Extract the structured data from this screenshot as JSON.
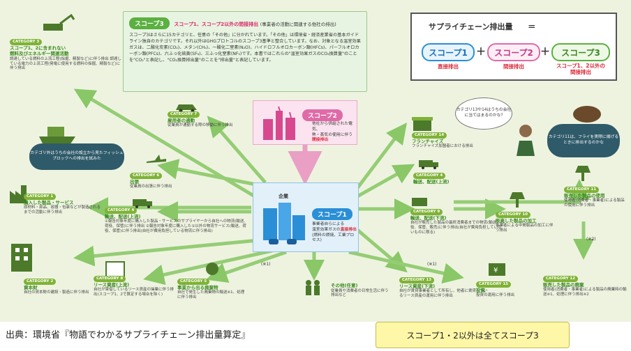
{
  "scope3_box": {
    "tag": "スコープ3",
    "subtitle": "スコープ1、スコープ2以外の間接排出",
    "subtitle_note": "(事業者の活動に関連する他社の排出)",
    "body": "スコープ3はさらに15カテゴリと、任意の「その他」に分かれています。「その他」は環境省・経済産業省の基本ガイドライン独自のカテゴリです。それ以外はGHGプロトコルのスコープ3基準と整合しています。なお、対象となる温室効果ガスは、二酸化炭素(CO₂)、メタン(CH₄)、一酸化二窒素(N₂O)、ハイドロフルオロカーボン類(HFCs)、パーフルオロカーボン類(PFCs)、六ふっ化硫黄(SF₆)、三ふっ化窒素(NF₃)です。本書ではこれらの\"温室効果ガスのCO₂換算量\"のことを\"CO₂\"と表記し、\"CO₂換算排出量\"のことを\"排出量\"と表記しています。"
  },
  "formula": {
    "title": "サプライチェーン排出量",
    "equals": "＝",
    "plus": "＋",
    "scope1": "スコープ1",
    "scope2": "スコープ2",
    "scope3": "スコープ3",
    "scope1_sub": "直接排出",
    "scope2_sub": "間接排出",
    "scope3_sub_1": "スコープ1、2以外の",
    "scope3_sub_2": "間接排出"
  },
  "scope2": {
    "tag": "スコープ2",
    "desc_1": "他社から供給された電気、",
    "desc_2": "熱・蒸気の使用に伴う",
    "desc_em": "間接排出"
  },
  "company": {
    "name": "企業",
    "tag": "スコープ1",
    "desc_1": "事業者自らによる",
    "desc_2a": "温室効果ガスの",
    "desc_2b": "直接排出",
    "desc_3": "(燃料の燃焼、工業プロセス)"
  },
  "categories": [
    {
      "label": "CATEGORY 3",
      "title_1": "スコープ1、2に含まれない",
      "title_2": "燃料及びエネルギー関連活動",
      "desc": "調達している燃料の上流工程(採掘、精製など)に伴う排出 調達している電力の上流工程(発電に使用する燃料の採掘、精製など)に伴う排出"
    },
    {
      "label": "CATEGORY 7",
      "title": "雇用者の通勤",
      "desc": "従業員が通勤する際の移動に伴う排出"
    },
    {
      "label": "CATEGORY 6",
      "title": "出張",
      "desc": "従業員の出張に伴う排出"
    },
    {
      "label": "CATEGORY 1",
      "title": "購入した製品・サービス",
      "desc": "原材料・部品、容器・包装などが製造されるまでの活動に伴う排出"
    },
    {
      "label": "CATEGORY 4",
      "title": "輸送、配送(上流)",
      "desc": "①報告対象年度に購入した製品・サービスのサプライヤーから自社への物流(輸送、荷役、保管)に伴う排出 ②報告対象年度に購入した①以外の物流サービス(輸送、荷役、保管)に伴う排出(自社が費用負担している物流に伴う排出)"
    },
    {
      "label": "CATEGORY 2",
      "title": "資本財",
      "desc": "自社の資本財の建設・製造に伴う排出"
    },
    {
      "label": "CATEGORY 8",
      "title": "リース資産(上流)",
      "desc": "自社が賃借しているリース資産の操業に伴う排出(スコープ1、2で算定する場合を除く)"
    },
    {
      "label": "CATEGORY 5",
      "title": "事業から出る廃棄物",
      "desc": "自社で発生した廃棄物の輸送※1、処理に伴う排出"
    },
    {
      "label": "その他(任意)",
      "title": "",
      "desc": "従業員や消費者の日常生活に伴う排出など"
    },
    {
      "label": "CATEGORY 14",
      "title": "フランチャイズ",
      "desc": "フランチャイズ加盟者における排出"
    },
    {
      "label": "CATEGORY 4",
      "title": "輸送、配送(上流)",
      "desc": ""
    },
    {
      "label": "CATEGORY 9",
      "title": "輸送、配送(下流)",
      "desc": "自社が販売した製品の最終消費者までの物流(輸送、荷役、保管、販売)に伴う排出(自社が費用負担していないものに限る)"
    },
    {
      "label": "CATEGORY 10",
      "title": "販売した製品の加工",
      "desc": "事業者による中間製品の加工に伴う排出"
    },
    {
      "label": "CATEGORY 11",
      "title": "販売した製品の使用",
      "desc": "使用者(消費者・事業者)による製品の使用に伴う排出"
    },
    {
      "label": "CATEGORY 13",
      "title": "リース資産(下流)",
      "desc": "自社が賃貸事業者として所有し、他者に賃貸しているリース資産の運用に伴う排出"
    },
    {
      "label": "CATEGORY 15",
      "title": "投資",
      "desc": "投資の運用に伴う排出"
    },
    {
      "label": "CATEGORY 12",
      "title": "販売した製品の廃棄",
      "desc": "使用者(消費者・事業者)による製品の廃棄時の輸送※1、処理に伴う排出※2"
    }
  ],
  "bubbles": {
    "left": "カテゴリ外はうちの会社の設立から見たフィッシュブロックへの排出を試みた",
    "top_right": "カテゴリ13や14はうちの会社に当てはまるのかな?",
    "right": "カテゴリ11は、フライを実際に揚げるときに排出するのかな"
  },
  "notes": {
    "n1a": "(※1)",
    "n1b": "(※1)",
    "n2": "(※2)"
  },
  "icons": [
    "excavator-icon",
    "factory-icon",
    "ship-icon",
    "car-icon",
    "plane-icon",
    "truck-icon",
    "building-icon",
    "lease-icon",
    "waste-bag-icon",
    "people-icon",
    "shop-icon",
    "person-icon",
    "lamp-icon",
    "money-icon",
    "pot-icon"
  ],
  "source": "出典：環境省『物語でわかるサプライチェーン排出量算定』",
  "callout": "スコープ1・2以外は全てスコープ3",
  "colors": {
    "scope1": "#2a8fd6",
    "scope2": "#e06aa8",
    "scope3": "#5ab040",
    "bg": "#eef3e0",
    "arrow": "#7fc35a",
    "callout": "#fff7a8"
  }
}
